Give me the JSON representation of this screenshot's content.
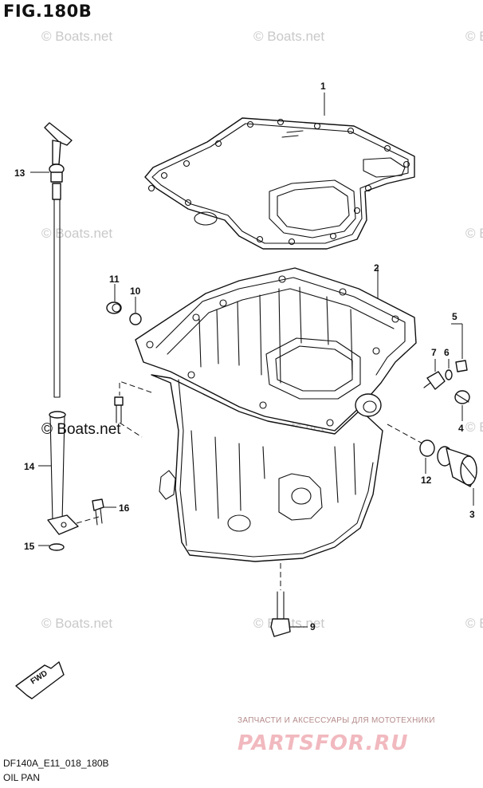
{
  "figure": {
    "title": "FIG.180B",
    "model_code": "DF140A_E11_018_180B",
    "section_name": "OIL PAN"
  },
  "watermark": {
    "text": "© Boats.net"
  },
  "callouts": [
    {
      "number": "1"
    },
    {
      "number": "2"
    },
    {
      "number": "3"
    },
    {
      "number": "4"
    },
    {
      "number": "5"
    },
    {
      "number": "6"
    },
    {
      "number": "7"
    },
    {
      "number": "9"
    },
    {
      "number": "10"
    },
    {
      "number": "11"
    },
    {
      "number": "12"
    },
    {
      "number": "13"
    },
    {
      "number": "14"
    },
    {
      "number": "15"
    },
    {
      "number": "16"
    }
  ],
  "direction_badge": {
    "label": "FWD"
  },
  "shop_banner": {
    "tagline": "ЗАПЧАСТИ И АКСЕССУАРЫ ДЛЯ МОТОТЕХНИКИ",
    "name": "PARTSFOR.RU"
  },
  "colors": {
    "line": "#111111",
    "watermark": "#c9c9c9",
    "shop_name": "#f1b9bf",
    "shop_tagline": "#b58a8a"
  }
}
